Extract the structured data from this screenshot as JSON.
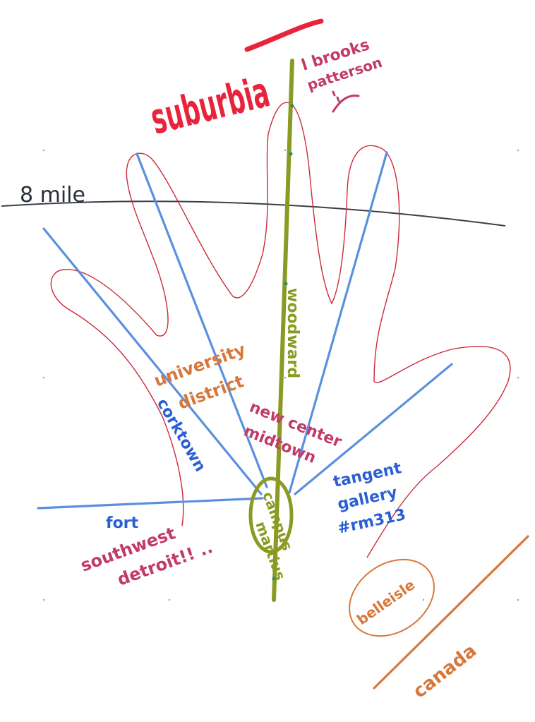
{
  "map": {
    "labels": {
      "suburbia": "suburbia",
      "eight_mile": "8 mile",
      "brooks_1": "l brooks",
      "brooks_2": "patterson",
      "frown": ":(",
      "woodward": "woodward",
      "university_1": "university",
      "university_2": "district",
      "corktown": "corktown",
      "reverted_1": "new center",
      "reverted_2": "midtown",
      "tangent_1": "tangent",
      "tangent_2": "gallery",
      "tangent_3": "#rm313",
      "campus_1": "campus",
      "campus_2": "martius",
      "fort": "fort",
      "southwest_1": "southwest",
      "southwest_2": "detroit!! ..",
      "belleisle": "belleisle",
      "canada": "canada"
    },
    "colors": {
      "paper": "#ffffff",
      "hand_outline": "#cc2a3a",
      "street_lines": "#5b8fe0",
      "woodward": "#8a9a22",
      "eight_mile_line": "#3a3f4a",
      "suburbia": "#e8243c",
      "pink": "#c23a66",
      "orange": "#d8773a",
      "blue_text": "#2a5fd4",
      "olive_text": "#8a9a22",
      "river": "#d8773a"
    }
  }
}
